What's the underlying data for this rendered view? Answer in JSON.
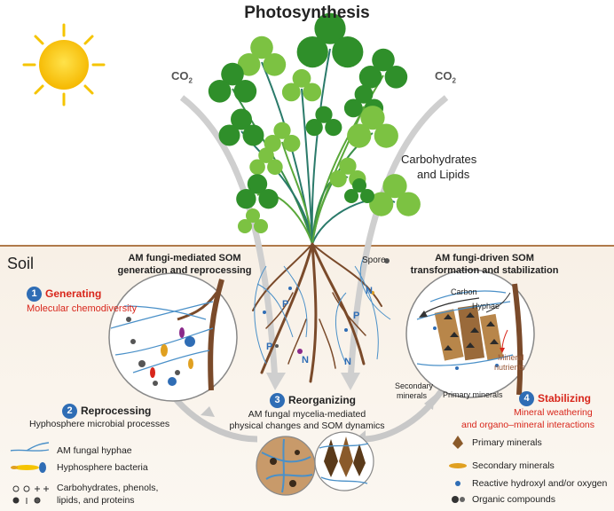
{
  "title": "Photosynthesis",
  "co2": {
    "text": "CO",
    "sub": "2"
  },
  "carbohydrates": {
    "line1": "Carbohydrates",
    "line2": "and Lipids"
  },
  "soil_label": "Soil",
  "left_heading": {
    "line1": "AM fungi-mediated SOM",
    "line2": "generation and reprocessing"
  },
  "right_heading": {
    "line1": "AM fungi-driven SOM",
    "line2": "transformation and stabilization"
  },
  "spore_label": "Spore",
  "nutrient_letters": {
    "p": "P",
    "n": "N"
  },
  "inset_right": {
    "carbon": "Carbon",
    "hyphae": "Hyphae",
    "mineral_nutrients_1": "Mineral",
    "mineral_nutrients_2": "nutrients",
    "secondary_minerals_1": "Secondary",
    "secondary_minerals_2": "minerals",
    "primary_minerals": "Primary minerals"
  },
  "steps": [
    {
      "number": "1",
      "title": "Generating",
      "subtitle": "Molecular chemodiversity"
    },
    {
      "number": "2",
      "title": "Reprocessing",
      "subtitle": "Hyphosphere microbial processes"
    },
    {
      "number": "3",
      "title": "Reorganizing",
      "subtitle_line1": "AM fungal mycelia-mediated",
      "subtitle_line2": "physical changes and SOM dynamics"
    },
    {
      "number": "4",
      "title": "Stabilizing",
      "subtitle_line1": "Mineral weathering",
      "subtitle_line2": "and organo–mineral interactions"
    }
  ],
  "legend_left": [
    {
      "icon": "hyphae-line-icon",
      "label": "AM fungal hyphae"
    },
    {
      "icon": "bacteria-icon",
      "label": "Hyphosphere bacteria"
    },
    {
      "icon": "molecules-icon",
      "label_line1": "Carbohydrates, phenols,",
      "label_line2": "lipids, and proteins"
    }
  ],
  "legend_right": [
    {
      "icon": "primary-mineral-icon",
      "label": "Primary minerals"
    },
    {
      "icon": "secondary-mineral-icon",
      "label": "Secondary minerals"
    },
    {
      "icon": "blue-dot-icon",
      "label": "Reactive hydroxyl and/or oxygen"
    },
    {
      "icon": "organic-compound-icon",
      "label": "Organic compounds"
    }
  ],
  "colors": {
    "sun": "#f5c400",
    "leaf_dark": "#2f8f2a",
    "leaf_light": "#7cc242",
    "soil_line": "#b07a4a",
    "root": "#7a4a2a",
    "badge": "#2f6db5",
    "red_text": "#d8261b",
    "arrow_gray": "#c8c8c8"
  }
}
